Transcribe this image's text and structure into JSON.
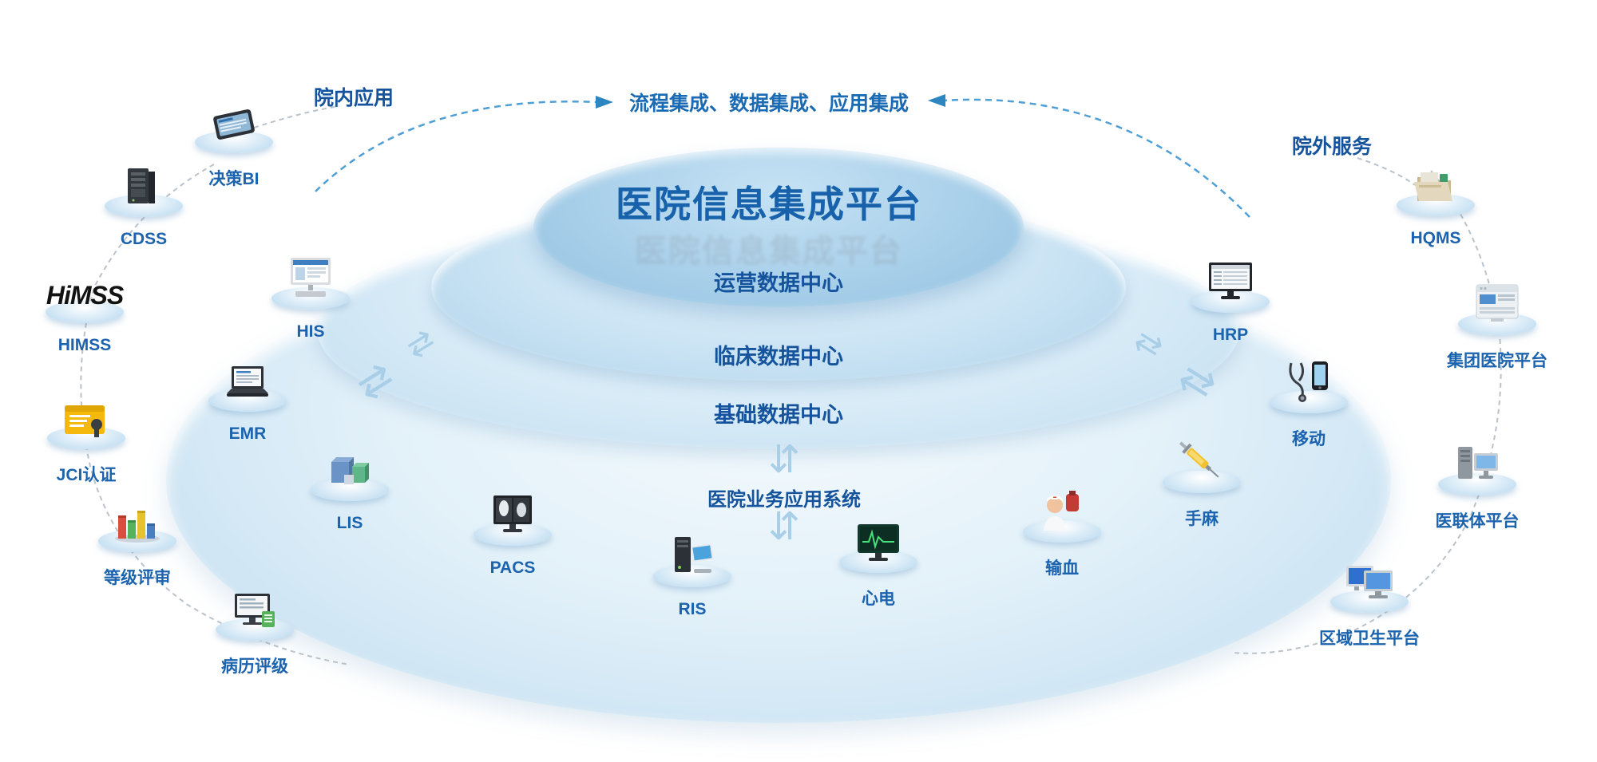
{
  "title": "医院信息集成平台",
  "top_banner": "流程集成、数据集成、应用集成",
  "layers": {
    "operations": "运营数据中心",
    "clinical": "临床数据中心",
    "basic": "基础数据中心",
    "apps": "医院业务应用系统"
  },
  "groups": {
    "inhospital": "院内应用",
    "outhospital": "院外服务"
  },
  "nodes": {
    "juece_bi": {
      "label": "决策BI",
      "icon": "tablet-icon"
    },
    "cdss": {
      "label": "CDSS",
      "icon": "server-icon"
    },
    "himss": {
      "label": "HIMSS",
      "logo": "HiMSS",
      "icon": "himss-logo"
    },
    "jci": {
      "label": "JCI认证",
      "icon": "certificate-icon"
    },
    "dengji": {
      "label": "等级评审",
      "icon": "bar-chart-icon"
    },
    "bingli": {
      "label": "病历评级",
      "icon": "monitor-document-icon"
    },
    "his": {
      "label": "HIS",
      "icon": "desktop-computer-icon"
    },
    "emr": {
      "label": "EMR",
      "icon": "laptop-icon"
    },
    "lis": {
      "label": "LIS",
      "icon": "cubes-icon"
    },
    "pacs": {
      "label": "PACS",
      "icon": "xray-monitor-icon"
    },
    "ris": {
      "label": "RIS",
      "icon": "computer-tower-icon"
    },
    "xindian": {
      "label": "心电",
      "icon": "ecg-monitor-icon"
    },
    "shuxue": {
      "label": "输血",
      "icon": "nurse-blood-bag-icon"
    },
    "shouma": {
      "label": "手麻",
      "icon": "syringe-icon"
    },
    "yidong": {
      "label": "移动",
      "icon": "stethoscope-phone-icon"
    },
    "hrp": {
      "label": "HRP",
      "icon": "monitor-icon"
    },
    "hqms": {
      "label": "HQMS",
      "icon": "folder-icon"
    },
    "jituan": {
      "label": "集团医院平台",
      "icon": "browser-window-icon"
    },
    "yilianti": {
      "label": "医联体平台",
      "icon": "server-monitor-icon"
    },
    "quyu": {
      "label": "区域卫生平台",
      "icon": "dual-monitor-icon"
    }
  },
  "glyphs": {
    "sync": "⇄",
    "vertical": "⇵"
  },
  "colors": {
    "label_blue": "#1b63ae",
    "title_blue": "#1862ac",
    "arc_blue": "#4d9fd6",
    "chain_gray": "#b9c2ca",
    "disc_blue": "#a9d0ea"
  }
}
